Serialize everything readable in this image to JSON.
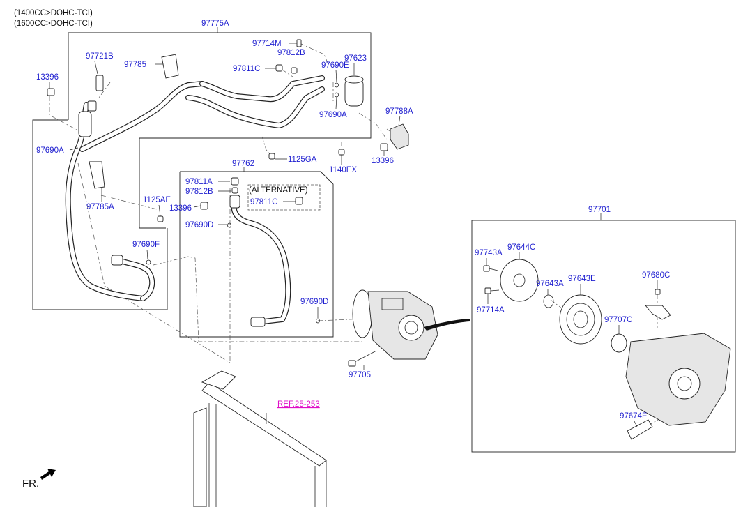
{
  "header": {
    "line1": "(1400CC>DOHC-TCI)",
    "line2": "(1600CC>DOHC-TCI)"
  },
  "labels": {
    "p97775A": "97775A",
    "p97714M": "97714M",
    "p97812B_top": "97812B",
    "p97721B": "97721B",
    "p97785": "97785",
    "p97811C_top": "97811C",
    "p97690E": "97690E",
    "p97623": "97623",
    "p13396_left": "13396",
    "p97690A_right": "97690A",
    "p97788A": "97788A",
    "p97690A_left": "97690A",
    "p1125GA": "1125GA",
    "p1140EX": "1140EX",
    "p13396_right": "13396",
    "p97762": "97762",
    "p97811A": "97811A",
    "p97812B_mid": "97812B",
    "p97811C_alt": "97811C",
    "p97785A": "97785A",
    "p1125AE": "1125AE",
    "p13396_mid": "13396",
    "p97690D_top": "97690D",
    "p97690F": "97690F",
    "p97690D_bot": "97690D",
    "p97705": "97705",
    "p97701": "97701",
    "p97743A": "97743A",
    "p97644C": "97644C",
    "p97643A": "97643A",
    "p97643E": "97643E",
    "p97680C": "97680C",
    "p97714A": "97714A",
    "p97707C": "97707C",
    "p97674F": "97674F"
  },
  "alternative": "(ALTERNATIVE)",
  "ref_link": "REF.25-253",
  "fr_label": "FR.",
  "colors": {
    "part_number": "#1f1fd0",
    "reference": "#e010c8",
    "lines": "#222222"
  }
}
